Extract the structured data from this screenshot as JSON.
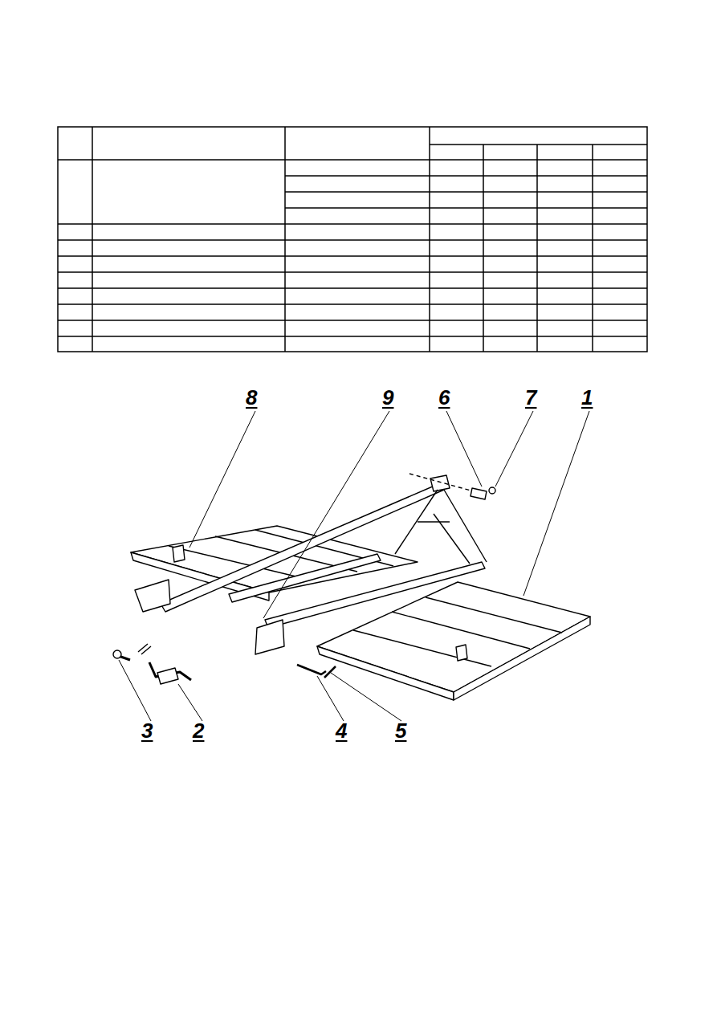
{
  "diagram": {
    "labels": [
      "8",
      "9",
      "6",
      "7",
      "1",
      "3",
      "2",
      "4",
      "5"
    ]
  }
}
